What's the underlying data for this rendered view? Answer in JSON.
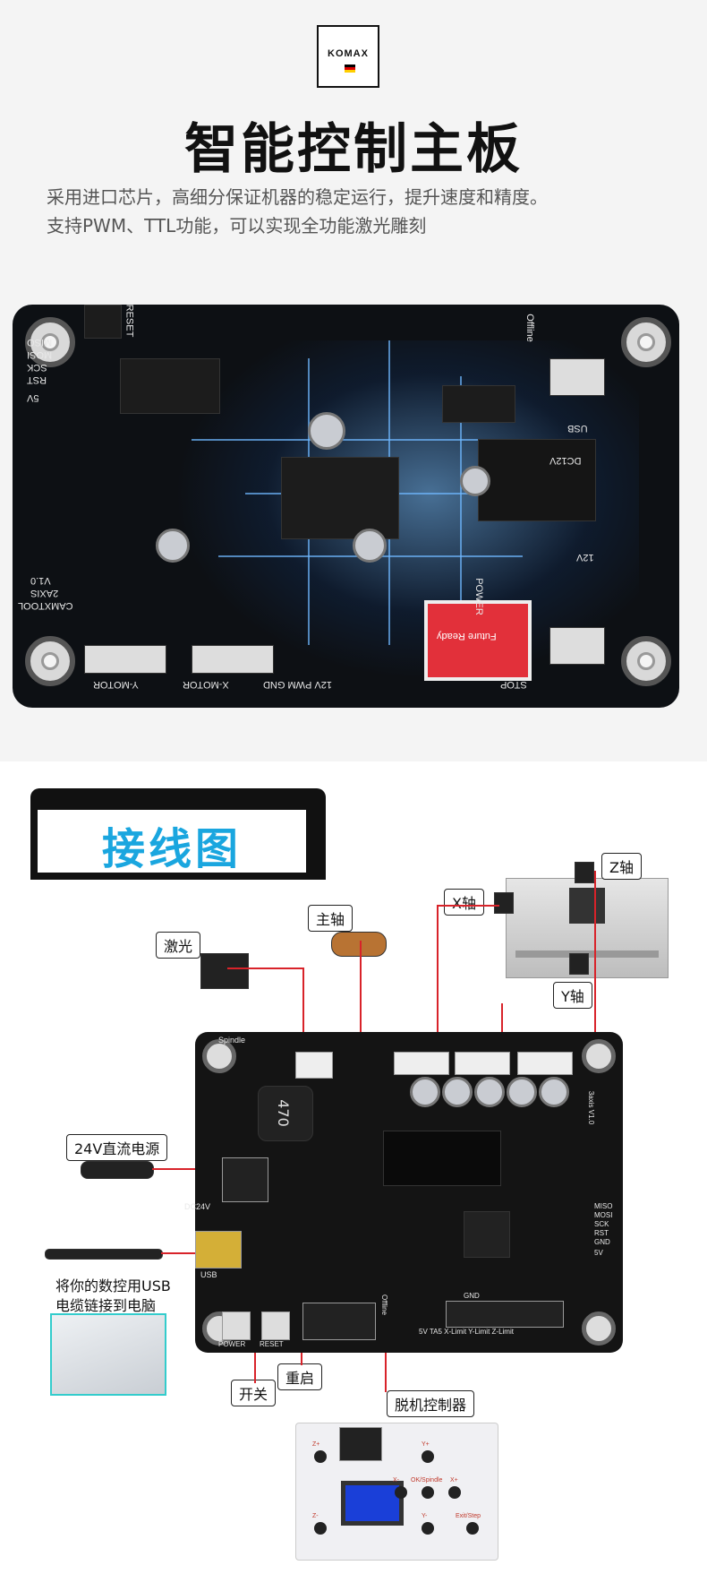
{
  "brand": {
    "logo_text": "KOMAX",
    "flag_colors": [
      "#000000",
      "#dd0000",
      "#ffce00"
    ]
  },
  "header": {
    "title": "智能控制主板",
    "desc_line1": "采用进口芯片，高细分保证机器的稳定运行，提升速度和精度。",
    "desc_line2": "支持PWM、TTL功能，可以实现全功能激光雕刻"
  },
  "board_silk": {
    "reset": "RESET",
    "offline": "Offline",
    "usb": "USB",
    "dc12v": "DC12V",
    "twelve_v": "12V",
    "power": "POWER",
    "stop": "STOP",
    "y_motor": "Y-MOTOR",
    "x_motor": "X-MOTOR",
    "pwm_gnd": "12V PWM GND",
    "camxtool": "CAMXTOOL",
    "axis": "2AXIS",
    "version": "V1.0",
    "miso": "MISO",
    "mosi": "MOSI",
    "sck": "SCK",
    "rst": "RST",
    "five_v": "5V",
    "future_ready": "Future Ready"
  },
  "wiring": {
    "section_title": "接线图",
    "labels": {
      "z_axis": "Z轴",
      "x_axis": "X轴",
      "y_axis": "Y轴",
      "spindle": "主轴",
      "laser": "激光",
      "power_supply": "24V直流电源",
      "switch": "开关",
      "restart": "重启",
      "offline_controller": "脱机控制器"
    },
    "usb_note_line1": "将你的数控用USB",
    "usb_note_line2": "电缆链接到电脑",
    "pcb_silk": {
      "spindle": "Spindle",
      "dc24v": "DC24V",
      "usb": "USB",
      "power": "POWER",
      "reset": "RESET",
      "offline": "Offline",
      "limits": "5V TA5 X-Limit Y-Limit Z-Limit",
      "gnd": "GND",
      "inductor": "470",
      "miso": "MISO",
      "mosi": "MOSI",
      "sck": "SCK",
      "rst": "RST",
      "gnd2": "GND",
      "five_v": "5V",
      "version": "3axis V1.0"
    },
    "controller_keys": {
      "z_plus": "Z+",
      "z_minus": "Z-",
      "y_plus": "Y+",
      "y_minus": "Y-",
      "x_minus": "X-",
      "x_plus": "X+",
      "ok": "OK/Spindle",
      "exit": "Exit/Step"
    }
  },
  "colors": {
    "accent_blue": "#1aa6df",
    "wire_red": "#d8232a",
    "pcb_black": "#141414"
  }
}
